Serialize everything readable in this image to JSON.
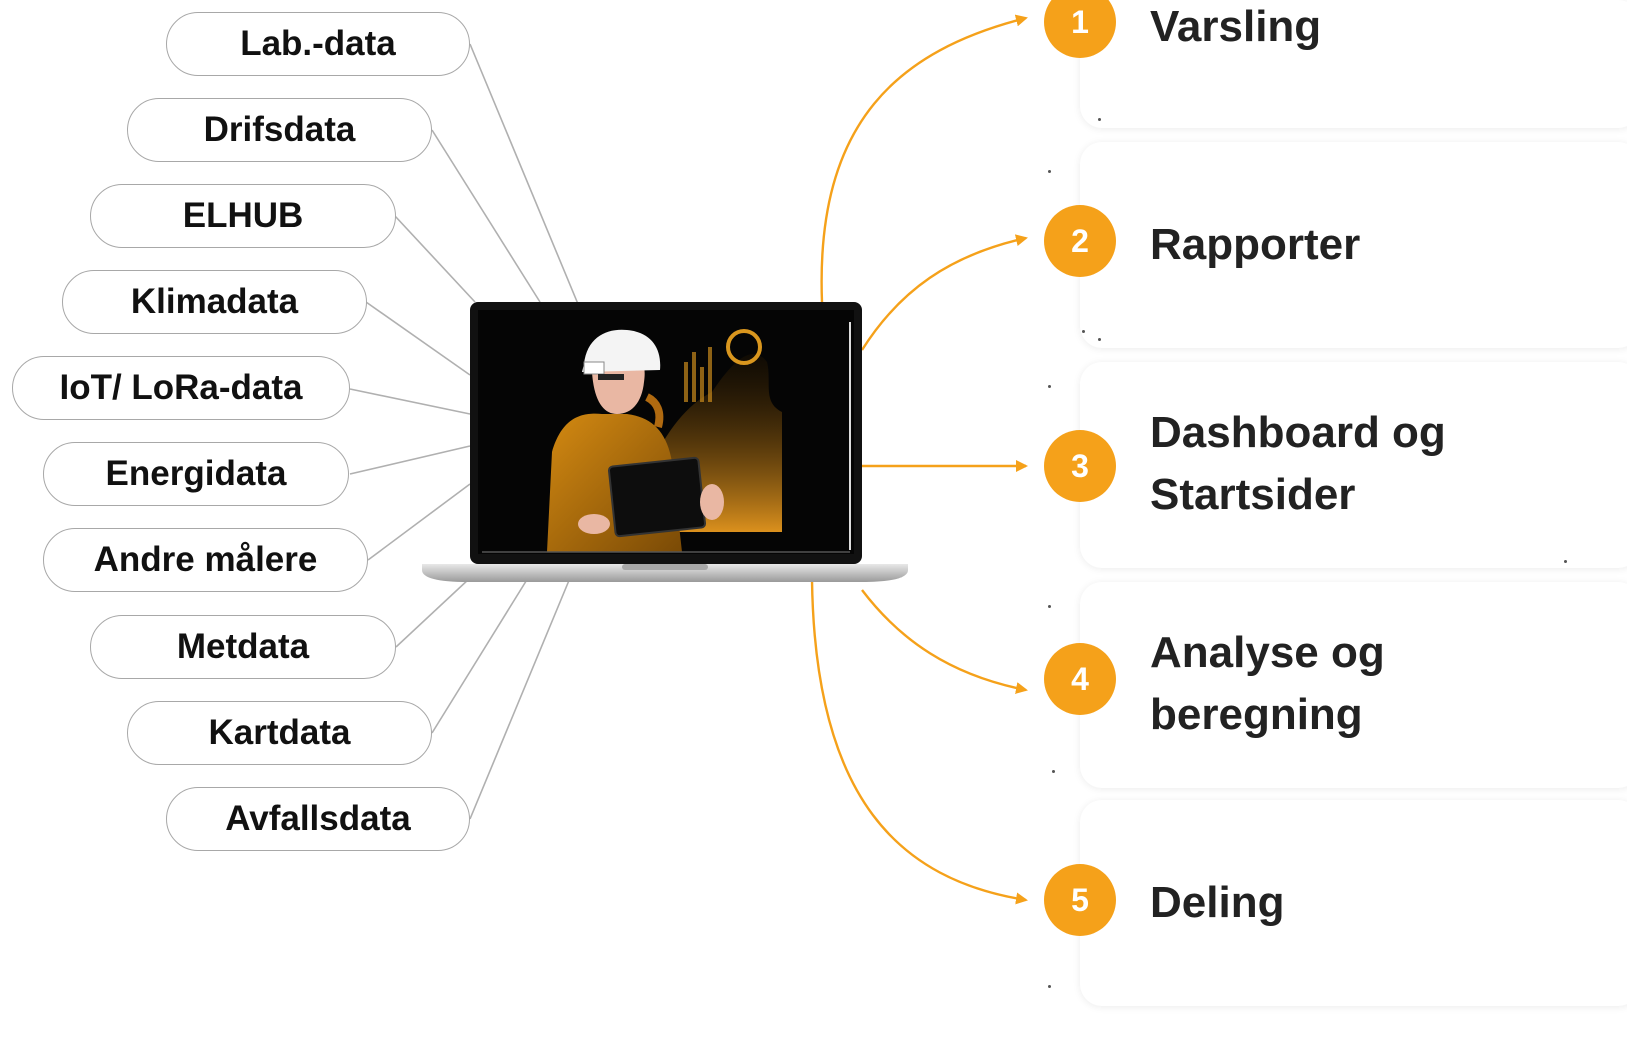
{
  "inputs": [
    {
      "label": "Lab.-data"
    },
    {
      "label": "Drifsdata"
    },
    {
      "label": "ELHUB"
    },
    {
      "label": "Klimadata"
    },
    {
      "label": "IoT/ LoRa-data"
    },
    {
      "label": "Energidata"
    },
    {
      "label": "Andre målere"
    },
    {
      "label": "Metdata"
    },
    {
      "label": "Kartdata"
    },
    {
      "label": "Avfallsdata"
    }
  ],
  "outputs": [
    {
      "number": "1",
      "label_line1": "Varsling",
      "label_line2": ""
    },
    {
      "number": "2",
      "label_line1": "Rapporter",
      "label_line2": ""
    },
    {
      "number": "3",
      "label_line1": "Dashboard og",
      "label_line2": "Startsider"
    },
    {
      "number": "4",
      "label_line1": "Analyse og",
      "label_line2": "beregning"
    },
    {
      "number": "5",
      "label_line1": "Deling",
      "label_line2": ""
    }
  ],
  "colors": {
    "accent": "#f5a11a",
    "connector_gray": "#b0b0b0",
    "screen_bg": "#050505",
    "laptop_silver": "#c9c9c9"
  },
  "icons": {
    "center": "laptop-with-engineer-illustration"
  }
}
